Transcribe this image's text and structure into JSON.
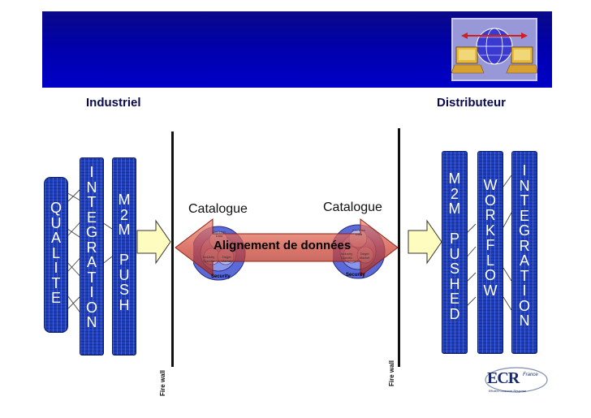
{
  "header": {
    "left_label": "Industriel",
    "right_label": "Distributeur"
  },
  "left_columns": {
    "qualite": "Q\nU\nA\nL\nI\nT\nE",
    "integration": "I\nN\nT\nE\nG\nR\nA\nT\nI\nO\nN",
    "m2m_push": "M\n2\nM\n\nP\nU\nS\nH"
  },
  "right_columns": {
    "m2m_pushed": "M\n2\nM\n\nP\nU\nS\nH\nE\nD",
    "workflow": "W\nO\nR\nK\nF\nL\nO\nW",
    "integration": "I\nN\nT\nE\nG\nR\nA\nT\nI\nO\nN"
  },
  "center": {
    "catalogue_left": "Catalogue",
    "catalogue_right": "Catalogue",
    "alignment": "Alignement de données",
    "security_left": "Security",
    "security_right": "Security",
    "small_left_top": "Common Data",
    "small_left_a": "Industry Specific",
    "small_left_b": "Target Market",
    "small_right_top": "Common Data",
    "small_right_a": "Industry Specific",
    "small_right_b": "Target Market"
  },
  "firewalls": {
    "left_label": "Fire wall",
    "right_label": "Fire wall"
  },
  "logo": {
    "main": "ECR",
    "sub": "France",
    "tagline": "Efficient Consumer Response"
  },
  "colors": {
    "banner": "#0000aa",
    "column_blue": "#1e3ec0",
    "arrow_yellow": "#fffcc0",
    "alignment_arrow": "#e07060",
    "disk_blue": "#5a6ad8"
  }
}
